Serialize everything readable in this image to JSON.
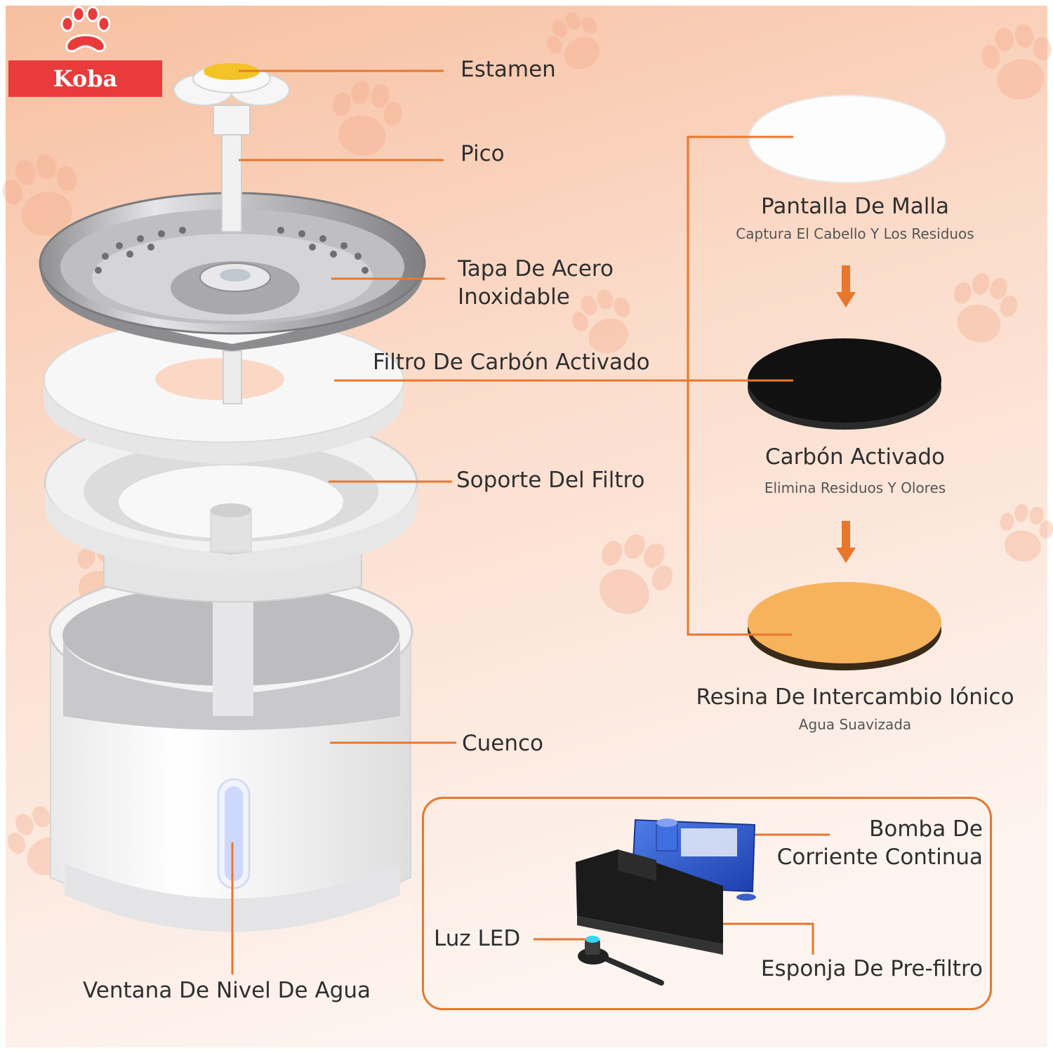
{
  "brand": {
    "name": "Koba",
    "logo": "paw-icon"
  },
  "colors": {
    "accent": "#e8772e",
    "brand_red": "#e93b3b",
    "background_top": "#f8c7ad",
    "background_bottom": "#fdf3ee"
  },
  "parts": {
    "estamen": "Estamen",
    "pico": "Pico",
    "tapa_line1": "Tapa De Acero",
    "tapa_line2": "Inoxidable",
    "filtro": "Filtro De Carbón Activado",
    "soporte": "Soporte Del Filtro",
    "cuenco": "Cuenco",
    "ventana": "Ventana De Nivel De Agua"
  },
  "filter_layers": [
    {
      "title": "Pantalla De Malla",
      "subtitle": "Captura El Cabello Y Los Residuos",
      "color": "#ffffff"
    },
    {
      "title": "Carbón Activado",
      "subtitle": "Elimina Residuos Y Olores",
      "color": "#141414"
    },
    {
      "title": "Resina De Intercambio Iónico",
      "subtitle": "Agua Suavizada",
      "color": "#f7b25c"
    }
  ],
  "pump_box": {
    "bomba_line1": "Bomba De",
    "bomba_line2": "Corriente Continua",
    "led": "Luz LED",
    "esponja": "Esponja De Pre-filtro"
  }
}
